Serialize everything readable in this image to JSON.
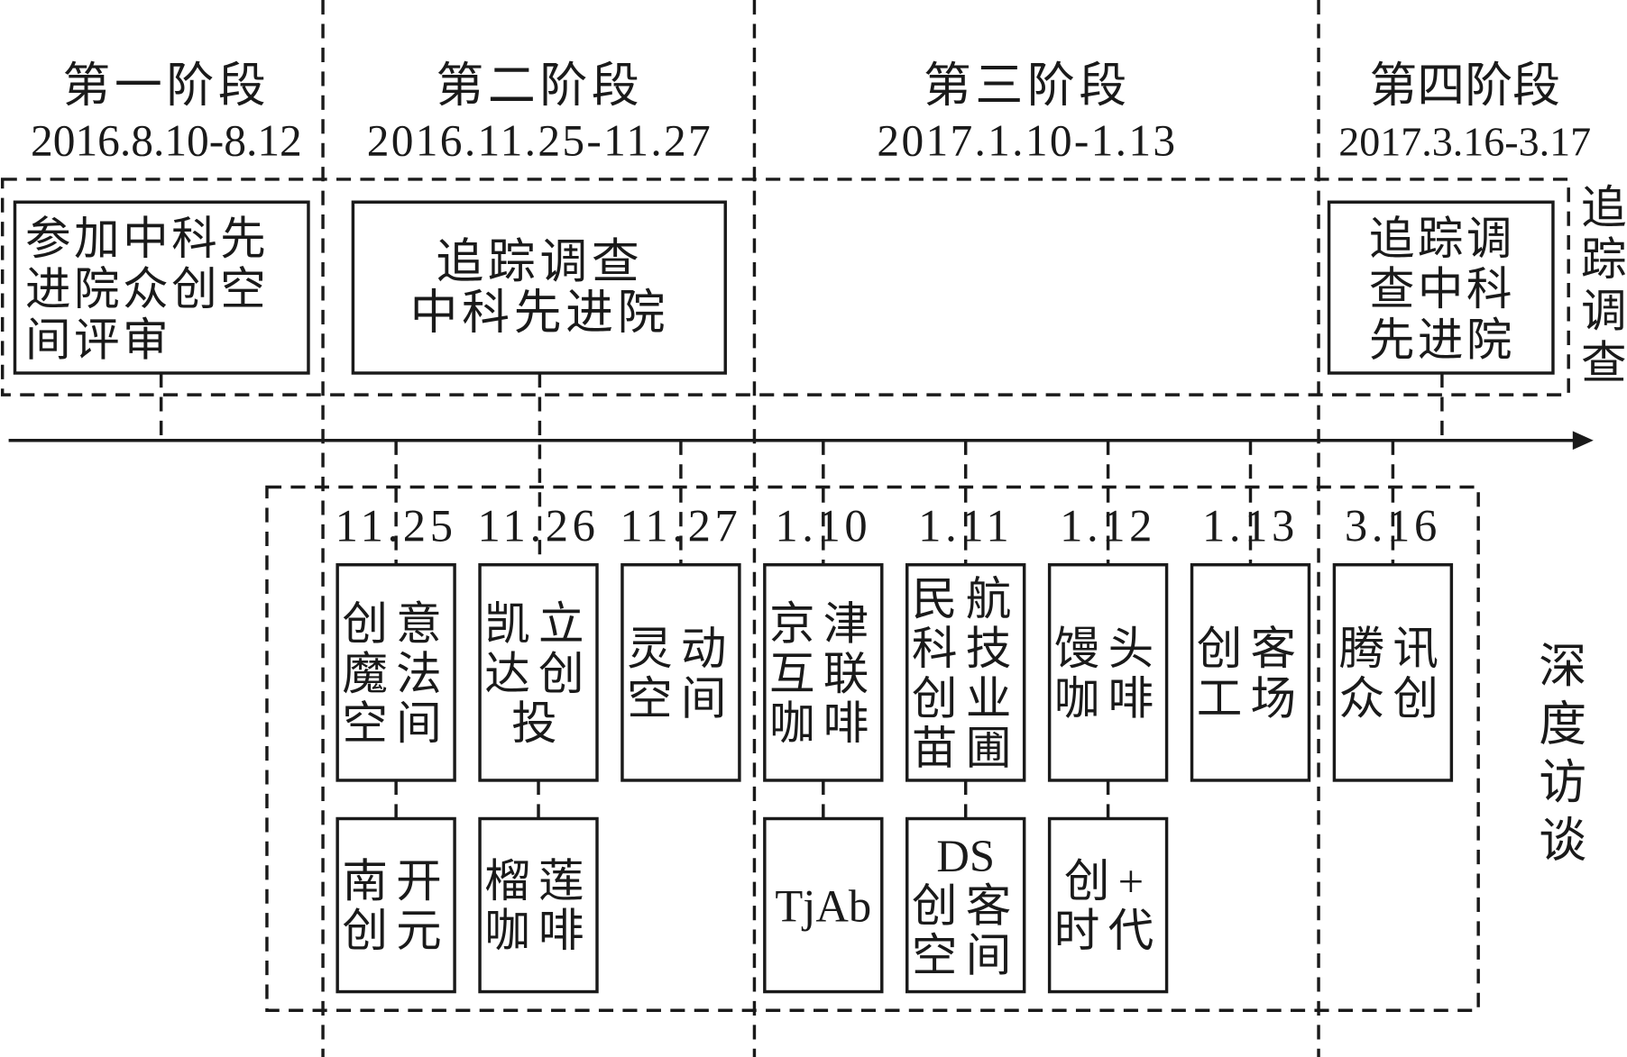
{
  "stages": [
    {
      "title": "第一阶段",
      "date": "2016.8.10-8.12"
    },
    {
      "title": "第二阶段",
      "date": "2016.11.25-11.27"
    },
    {
      "title": "第三阶段",
      "date": "2017.1.10-1.13"
    },
    {
      "title": "第四阶段",
      "date": "2017.3.16-3.17"
    }
  ],
  "tracking": {
    "label": "追踪调查",
    "boxes": [
      {
        "lines": [
          "参加中科先",
          "进院众创空",
          "间评审"
        ],
        "align": "start"
      },
      {
        "lines": [
          "追踪调查",
          "中科先进院"
        ],
        "align": "middle"
      },
      {
        "lines": [
          "追踪调",
          "查中科",
          "先进院"
        ],
        "align": "middle"
      }
    ]
  },
  "interviews": {
    "label": "深度访谈",
    "days": [
      {
        "date": "11.25",
        "top": [
          "创意",
          "魔法",
          "空间"
        ],
        "bottom": [
          "南开",
          "创元"
        ]
      },
      {
        "date": "11.26",
        "top": [
          "凯立",
          "达创",
          "投"
        ],
        "bottom": [
          "榴莲",
          "咖啡"
        ]
      },
      {
        "date": "11.27",
        "top": [
          "灵动",
          "空间"
        ],
        "bottom": null
      },
      {
        "date": "1.10",
        "top": [
          "京津",
          "互联",
          "咖啡"
        ],
        "bottom": [
          "TjAb"
        ]
      },
      {
        "date": "1.11",
        "top": [
          "民航",
          "科技",
          "创业",
          "苗圃"
        ],
        "bottom": [
          "DS",
          "创客",
          "空间"
        ]
      },
      {
        "date": "1.12",
        "top": [
          "馒头",
          "咖啡"
        ],
        "bottom": [
          "创+",
          "时代"
        ]
      },
      {
        "date": "1.13",
        "top": [
          "创客",
          "工场"
        ],
        "bottom": null
      },
      {
        "date": "3.16",
        "top": [
          "腾讯",
          "众创"
        ],
        "bottom": null
      }
    ]
  }
}
